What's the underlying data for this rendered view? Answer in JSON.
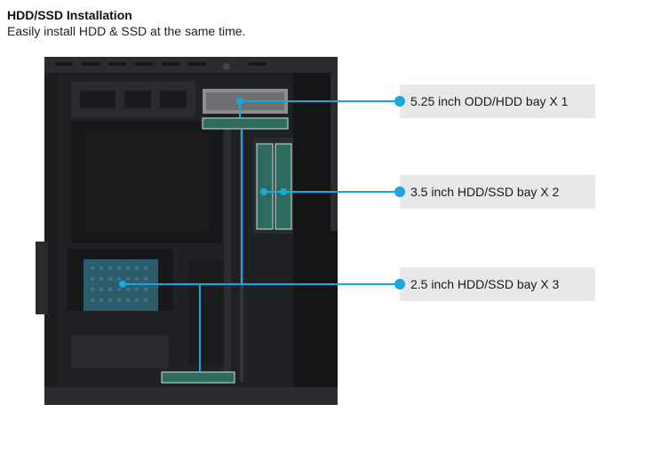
{
  "header": {
    "title": "HDD/SSD Installation",
    "subtitle": "Easily install HDD & SSD at the same time."
  },
  "callouts": [
    {
      "label": "5.25 inch ODD/HDD bay X 1"
    },
    {
      "label": "3.5 inch HDD/SSD bay X 2"
    },
    {
      "label": "2.5 inch HDD/SSD bay X 3"
    }
  ],
  "colors": {
    "accent": "#1aa7e0",
    "case": "#1c1d1f",
    "bay_highlight": "#2e6b5f"
  }
}
